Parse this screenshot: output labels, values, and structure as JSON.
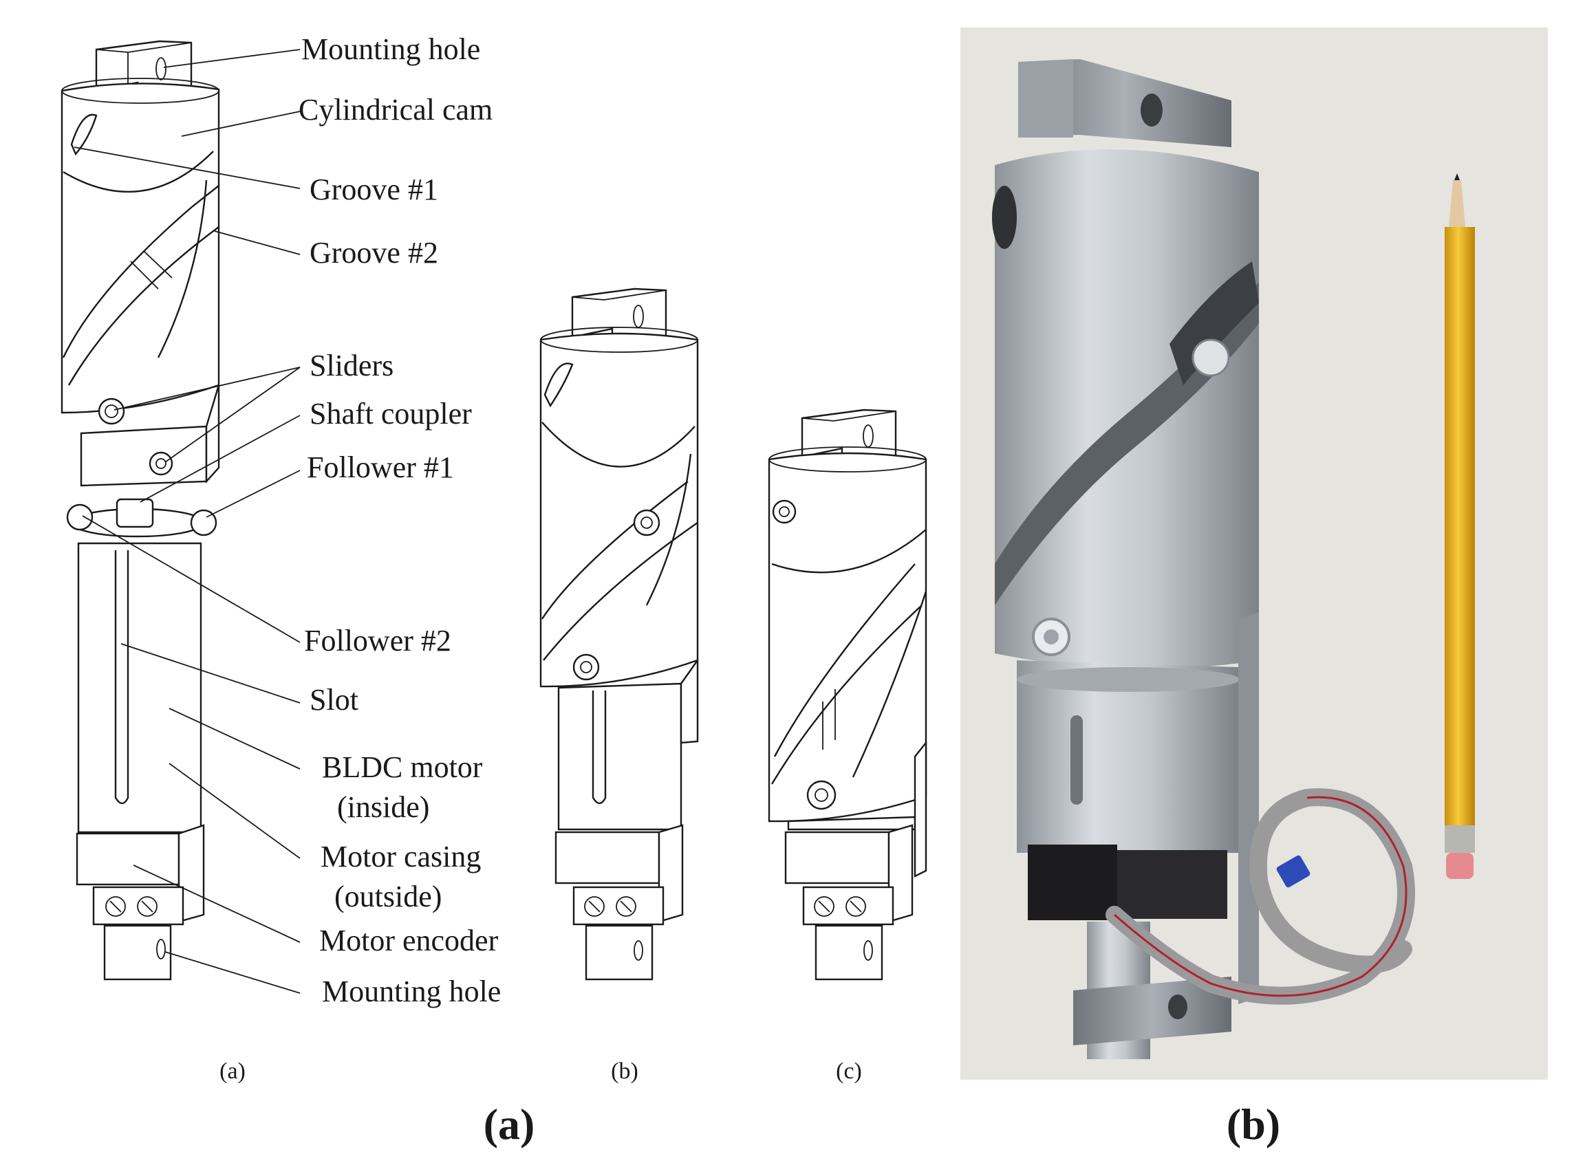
{
  "callouts": {
    "mounting_hole_top": "Mounting hole",
    "cylindrical_cam": "Cylindrical cam",
    "groove_1": "Groove #1",
    "groove_2": "Groove #2",
    "sliders": "Sliders",
    "shaft_coupler": "Shaft coupler",
    "follower_1": "Follower #1",
    "follower_2": "Follower #2",
    "slot": "Slot",
    "bldc_motor_line1": "BLDC motor",
    "bldc_motor_line2": "(inside)",
    "motor_casing_line1": "Motor casing",
    "motor_casing_line2": "(outside)",
    "motor_encoder": "Motor encoder",
    "mounting_hole_bottom": "Mounting hole"
  },
  "sub_captions": {
    "a": "(a)",
    "b": "(b)",
    "c": "(c)"
  },
  "panel_captions": {
    "a": "(a)",
    "b": "(b)"
  },
  "colors": {
    "photo_background": "#e6e4de",
    "aluminum": "#b9bdc2",
    "pencil_yellow": "#e9b320",
    "ribbon_cable": "#9a9a9a"
  }
}
